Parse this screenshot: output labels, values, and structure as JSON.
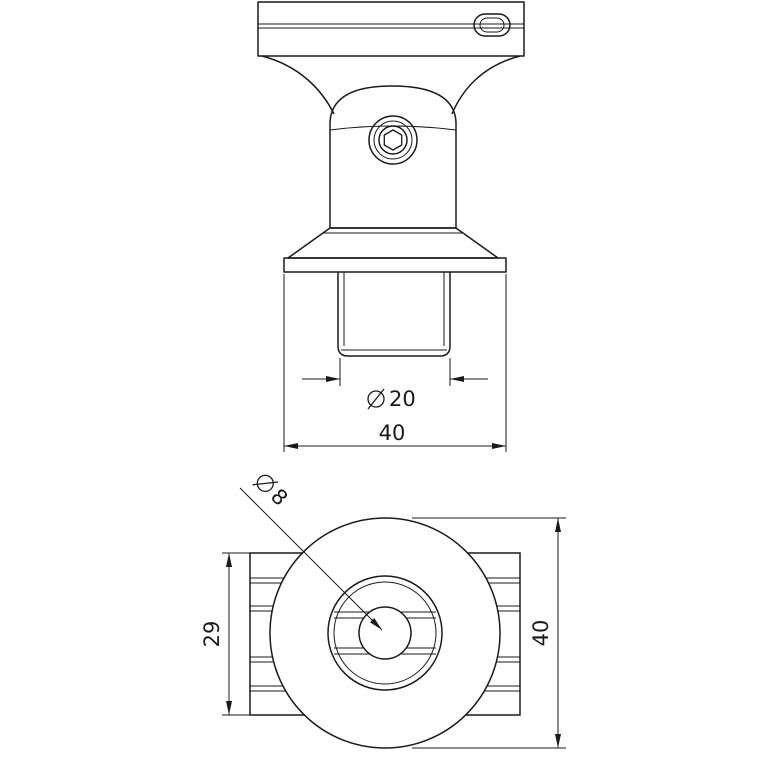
{
  "dimensions": {
    "front_view": {
      "shaft_diameter": {
        "symbol": "∅",
        "value": "20"
      },
      "base_width": "40"
    },
    "top_view": {
      "hole_diameter": {
        "symbol": "∅",
        "value": "8"
      },
      "body_height": "29",
      "disc_diameter": "40"
    }
  },
  "colors": {
    "line": "#1a1a1a",
    "background": "#ffffff"
  }
}
